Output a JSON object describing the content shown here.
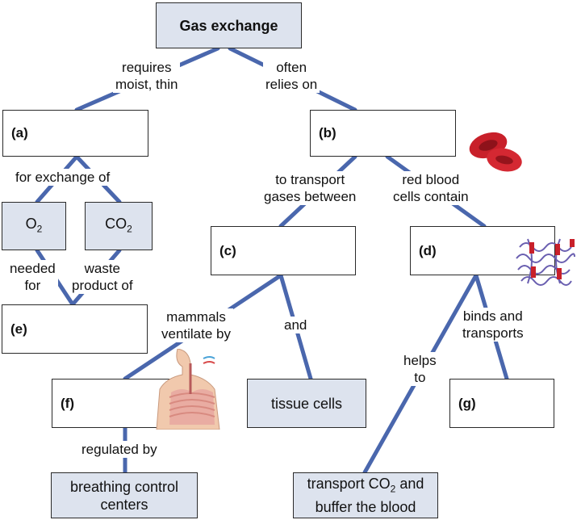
{
  "nodes": {
    "root": "Gas exchange",
    "a": "(a)",
    "b": "(b)",
    "c": "(c)",
    "d": "(d)",
    "e": "(e)",
    "f": "(f)",
    "g": "(g)",
    "o2": {
      "base": "O",
      "sub": "2"
    },
    "co2": {
      "base": "CO",
      "sub": "2"
    },
    "tissue": "tissue cells",
    "breathing": {
      "line1": "breathing control",
      "line2": "centers"
    },
    "transport": {
      "line1a": "transport CO",
      "line1sub": "2",
      "line1b": " and",
      "line2": "buffer the blood"
    }
  },
  "links": {
    "requires": {
      "line1": "requires",
      "line2": "moist, thin"
    },
    "relies": {
      "line1": "often",
      "line2": "relies on"
    },
    "exchange": "for exchange of",
    "needed": {
      "line1": "needed",
      "line2": "for"
    },
    "waste": {
      "line1": "waste",
      "line2": "product of"
    },
    "to_transport": {
      "line1": "to transport",
      "line2": "gases between"
    },
    "rbc": {
      "line1": "red blood",
      "line2": "cells contain"
    },
    "mammals": {
      "line1": "mammals",
      "line2": "ventilate by"
    },
    "and": "and",
    "binds": {
      "line1": "binds and",
      "line2": "transports"
    },
    "helps": {
      "line1": "helps",
      "line2": "to"
    },
    "regulated": "regulated by"
  },
  "colors": {
    "connector": "#4a67ad",
    "filled_box": "#dde3ee",
    "red_cell": "#c8202a",
    "protein": "#6a5fb0"
  },
  "icons": [
    "red-blood-cells-icon",
    "hemoglobin-molecule-icon",
    "human-respiratory-system-icon"
  ]
}
